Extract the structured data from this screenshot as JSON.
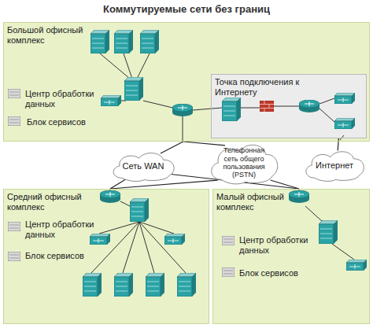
{
  "diagram": {
    "title": "Коммутируемые сети без границ",
    "nodes": [
      {
        "text": [
          "Большой офисный комплекс"
        ]
      },
      {
        "text": [
          "Центр обработки данных"
        ],
        "in": 0
      },
      {
        "text": [
          "Блок сервисов"
        ],
        "in": 0
      },
      {
        "text": [
          "Точка подключения к Интернету"
        ],
        "in": 0
      },
      {
        "text": [
          "Сеть WAN"
        ]
      },
      {
        "text": [
          "Телефонная сеть общего пользования (PSTN)"
        ]
      },
      {
        "text": [
          "Интернет"
        ]
      },
      {
        "text": [
          "Средний офисный комплекс"
        ]
      },
      {
        "text": [
          "Центр обработки данных"
        ],
        "in": 7
      },
      {
        "text": [
          "Блок сервисов"
        ],
        "in": 7
      },
      {
        "text": [
          "Малый офисный комплекс"
        ]
      },
      {
        "text": [
          "Центр обработки данных"
        ],
        "in": 10
      },
      {
        "text": [
          "Блок сервисов"
        ],
        "in": 10
      }
    ],
    "edges": [
      {
        "from": 0,
        "to": 4,
        "arrow": "none"
      },
      {
        "from": 0,
        "to": 5,
        "arrow": "none"
      },
      {
        "from": 3,
        "to": 6,
        "arrow": "none"
      },
      {
        "from": 7,
        "to": 4,
        "arrow": "none"
      },
      {
        "from": 7,
        "to": 5,
        "arrow": "none"
      },
      {
        "from": 10,
        "to": 4,
        "arrow": "none"
      },
      {
        "from": 10,
        "to": 5,
        "arrow": "none"
      }
    ]
  }
}
